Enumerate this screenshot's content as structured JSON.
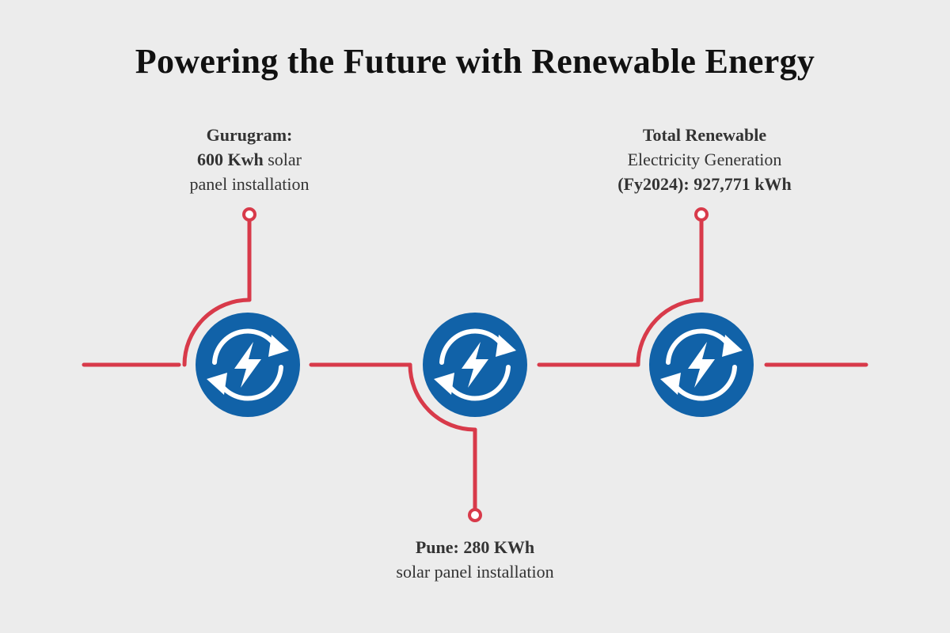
{
  "title": "Powering the Future with Renewable Energy",
  "colors": {
    "background": "#ececec",
    "connector_line": "#d83a4a",
    "icon_circle": "#1162a8",
    "icon_glyph": "#ffffff",
    "title_text": "#111111",
    "body_text": "#333333"
  },
  "nodes": [
    {
      "icon": "renewable-energy-icon",
      "callout_position": "top",
      "callout": {
        "line1_bold": "Gurugram:",
        "line2_bold": "600 Kwh",
        "line2_regular": " solar",
        "line3_regular": "panel installation"
      }
    },
    {
      "icon": "renewable-energy-icon",
      "callout_position": "bottom",
      "callout": {
        "line1_bold": "Pune: 280 KWh",
        "line2_regular": "solar panel installation"
      }
    },
    {
      "icon": "renewable-energy-icon",
      "callout_position": "top",
      "callout": {
        "line1_bold": "Total Renewable",
        "line2_regular": "Electricity Generation",
        "line3_bold": "(Fy2024): 927,771 kWh"
      }
    }
  ]
}
